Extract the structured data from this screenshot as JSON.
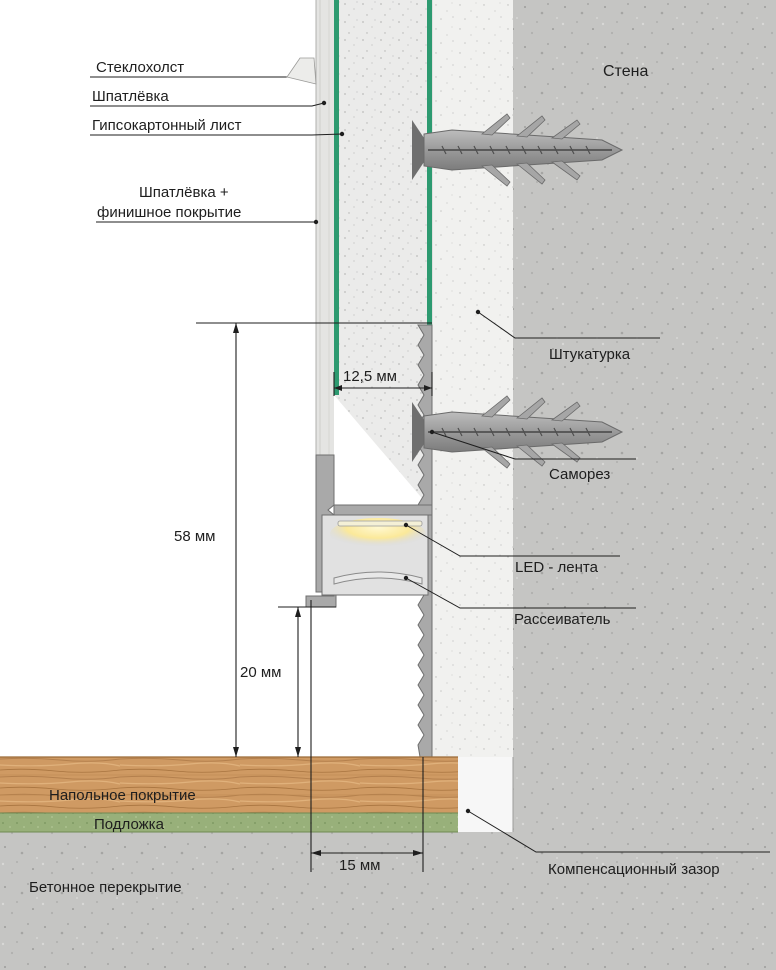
{
  "labels": {
    "fiberglass": "Стеклохолст",
    "putty": "Шпатлёвка",
    "drywall": "Гипсокартонный лист",
    "putty_finish_1": "Шпатлёвка +",
    "putty_finish_2": "финишное покрытие",
    "wall": "Стена",
    "plaster": "Штукатурка",
    "screw": "Саморез",
    "led_strip": "LED - лента",
    "diffuser": "Рассеиватель",
    "flooring": "Напольное покрытие",
    "underlay": "Подложка",
    "concrete_slab": "Бетонное перекрытие",
    "expansion_gap": "Компенсационный зазор"
  },
  "dimensions": {
    "drywall_thickness": "12,5 мм",
    "profile_height": "58 мм",
    "profile_lip": "20 мм",
    "profile_depth": "15 мм"
  },
  "colors": {
    "concrete": "#c5c5c3",
    "plaster": "#f1f1ef",
    "drywall_core": "#ebebea",
    "drywall_paper": "#2d9a70",
    "profile": "#a9a9a9",
    "wood": "#cf9a63",
    "underlay": "#98b07a",
    "led_glow": "#fff3b8",
    "anchor": "#9c9c9c"
  }
}
